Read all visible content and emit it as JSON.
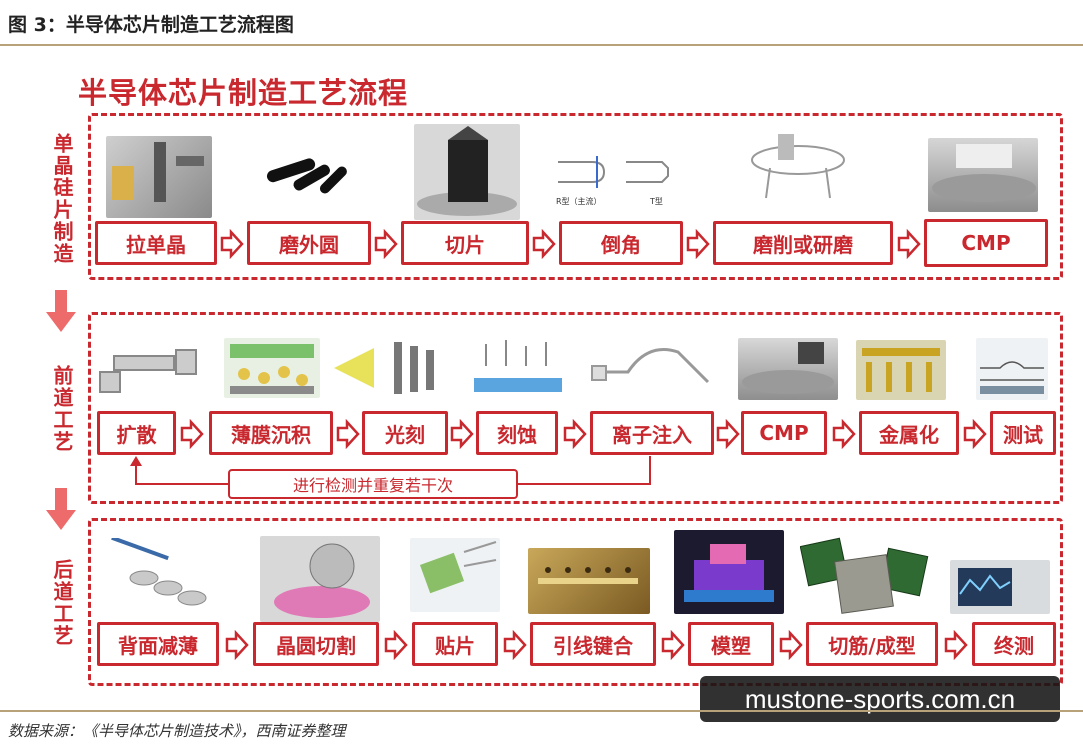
{
  "figure_title": "图 3：半导体芯片制造工艺流程图",
  "main_title": "半导体芯片制造工艺流程",
  "source": "数据来源：《半导体芯片制造技术》，西南证券整理",
  "watermark": "mustone-sports.com.cn",
  "colors": {
    "accent": "#c8282e",
    "rule": "#b8a27a"
  },
  "sections": [
    {
      "label": "单晶硅片制造",
      "steps": [
        "拉单晶",
        "磨外圆",
        "切片",
        "倒角",
        "磨削或研磨",
        "CMP"
      ]
    },
    {
      "label": "前道工艺",
      "steps": [
        "扩散",
        "薄膜沉积",
        "光刻",
        "刻蚀",
        "离子注入",
        "CMP",
        "金属化",
        "测试"
      ],
      "loop_note": "进行检测并重复若干次"
    },
    {
      "label": "后道工艺",
      "steps": [
        "背面减薄",
        "晶圆切割",
        "贴片",
        "引线键合",
        "模塑",
        "切筋/成型",
        "终测"
      ]
    }
  ],
  "image_notes": {
    "chamfer_a": "R型（主流）",
    "chamfer_b": "T型"
  }
}
